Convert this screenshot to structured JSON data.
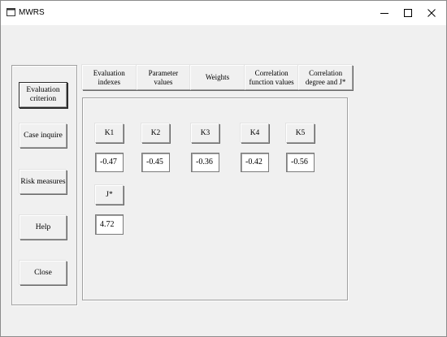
{
  "window": {
    "title": "MWRS",
    "icons": {
      "app": "app-window-icon",
      "minimize": "minimize-icon",
      "maximize": "maximize-icon",
      "close": "close-icon"
    }
  },
  "sidebar": {
    "buttons": [
      {
        "label": "Evaluation\ncriterion",
        "focused": true
      },
      {
        "label": "Case inquire"
      },
      {
        "label": "Risk measures"
      },
      {
        "label": "Help"
      },
      {
        "label": "Close"
      }
    ]
  },
  "tabs": [
    {
      "label": "Evaluation\nindexes"
    },
    {
      "label": "Parameter\nvalues"
    },
    {
      "label": "Weights"
    },
    {
      "label": "Correlation\nfunction values"
    },
    {
      "label": "Correlation\ndegree and J*"
    }
  ],
  "indexes": [
    {
      "label": "K1",
      "value": "-0.47"
    },
    {
      "label": "K2",
      "value": "-0.45"
    },
    {
      "label": "K3",
      "value": "-0.36"
    },
    {
      "label": "K4",
      "value": "-0.42"
    },
    {
      "label": "K5",
      "value": "-0.56"
    }
  ],
  "j_star": {
    "label": "J*",
    "value": "4.72"
  },
  "colors": {
    "window_bg": "#f0f0f0",
    "titlebar_bg": "#ffffff",
    "field_bg": "#ffffff"
  }
}
